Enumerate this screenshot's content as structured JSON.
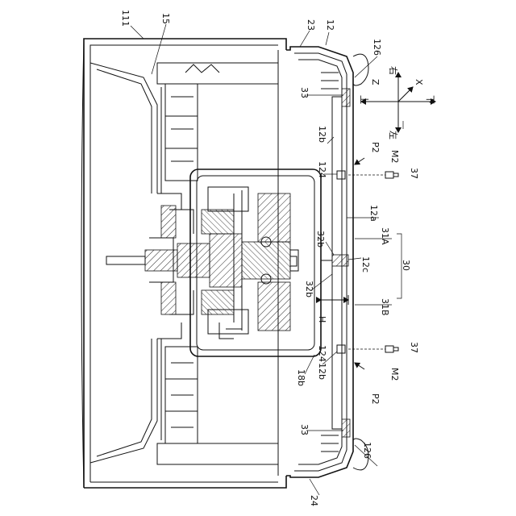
{
  "labels": {
    "l111": "111",
    "l15": "15",
    "l23": "23",
    "l12": "12",
    "l126a": "126",
    "l126b": "126",
    "l33a": "33",
    "l33b": "33",
    "l12b_a": "12b",
    "l12b_b": "12b",
    "l124a": "124",
    "l124b": "124",
    "l37a": "37",
    "l37b": "37",
    "lP2a": "P2",
    "lP2b": "P2",
    "lM2a": "M2",
    "lM2b": "M2",
    "l12a": "12a",
    "l31A": "31A",
    "l31B": "31B",
    "l30": "30",
    "l32b_a": "32b",
    "l32b_b": "32b",
    "l12c": "12c",
    "lH": "H",
    "l18b": "18b",
    "l24": "24"
  },
  "axes": {
    "z": "Z",
    "x": "X",
    "up": "上",
    "down": "下",
    "right": "右",
    "left": "左"
  }
}
